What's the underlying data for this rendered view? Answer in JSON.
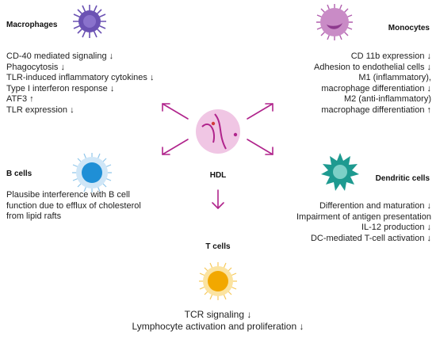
{
  "center": {
    "label": "HDL"
  },
  "macrophages": {
    "title": "Macrophages",
    "effects": [
      "CD-40 mediated signaling ↓",
      "Phagocytosis ↓",
      "TLR-induced inflammatory cytokines ↓",
      "Type I interferon response ↓",
      "ATF3 ↑",
      "TLR expression ↓"
    ]
  },
  "monocytes": {
    "title": "Monocytes",
    "effects": [
      "CD 11b expression ↓",
      "Adhesion to endothelial cells ↓",
      "M1 (inflammatory),",
      "macrophage differentiation ↓",
      "M2 (anti-inflammatory)",
      "macrophage differentiation ↑"
    ]
  },
  "b_cells": {
    "title": "B cells",
    "effects": [
      "Plausibe interference with B cell",
      "function  due to efflux of cholesterol",
      "from lipid rafts"
    ]
  },
  "dendritic_cells": {
    "title": "Dendritic cells",
    "effects": [
      "Differention and maturation ↓",
      "Impairment of antigen presentation",
      "IL-12 production ↓",
      "DC-mediated T-cell activation ↓"
    ]
  },
  "t_cells": {
    "title": "T cells",
    "effects": [
      "TCR signaling ↓",
      "Lymphocyte activation and proliferation ↓"
    ]
  },
  "colors": {
    "arrow": "#b0248c",
    "hdl_fill": "#f0c6e4",
    "macrophage": "#6b52b3",
    "monocyte": "#b15fae",
    "b_cell": "#1f8fd6",
    "dendritic": "#1e9a90",
    "t_cell": "#f2a800"
  },
  "icons": [
    "macrophage-icon",
    "monocyte-icon",
    "hdl-particle-icon",
    "b-cell-icon",
    "dendritic-cell-icon",
    "t-cell-icon"
  ]
}
